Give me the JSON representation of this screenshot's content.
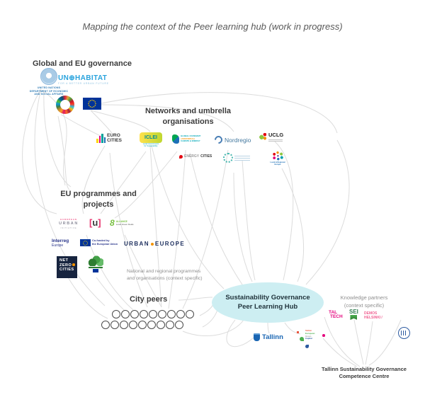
{
  "title": "Mapping the context of the Peer learning hub (work in progress)",
  "groups": {
    "global": {
      "heading": "Global and EU governance"
    },
    "networks": {
      "heading_line1": "Networks and umbrella",
      "heading_line2": "organisations"
    },
    "eu_programmes": {
      "heading_line1": "EU programmes and",
      "heading_line2": "projects"
    },
    "national": {
      "line1": "National and regional programmes",
      "line2": "and organisations (context specific)"
    },
    "city_peers": {
      "heading": "City peers",
      "rows": [
        9,
        9
      ]
    },
    "hub": {
      "line1": "Sustainability Governance",
      "line2": "Peer Learning Hub"
    },
    "knowledge": {
      "line1": "Knowledge partners",
      "line2": "(context specific)"
    },
    "competence_centre": {
      "line1": "Tallinn Sustainability Governance",
      "line2": "Competence Centre"
    }
  },
  "logos": {
    "un_desa": {
      "line1": "UNITED NATIONS",
      "line2": "DEPARTMENT OF ECONOMIC",
      "line3": "AND SOCIAL AFFAIRS"
    },
    "un_habitat": {
      "text": "UN⊕HABITAT",
      "subtext": "FOR A BETTER URBAN FUTURE"
    },
    "eurocities": {
      "line1": "EURO",
      "line2": "CITIES"
    },
    "iclei": {
      "text": "ICLEI",
      "sub1": "Local Governments",
      "sub2": "for Sustainability"
    },
    "gcom": {
      "line1": "GLOBAL COVENANT",
      "line2": "of MAYORS for",
      "line3": "CLIMATE & ENERGY"
    },
    "nordregio": {
      "text": "Nordregio"
    },
    "uclg": {
      "text": "UCLG"
    },
    "energy_cities": {
      "word1": "ENERGY",
      "word2": "CITIES"
    },
    "cemr": {
      "line1": "Local & Regional",
      "line2": "Europe"
    },
    "eui": {
      "line1": "EUROPEAN",
      "line2": "URBAN",
      "line3": "INITIATIVE"
    },
    "urbact": {
      "open": "[",
      "letter": "u",
      "close": "]"
    },
    "local_green_deals": {
      "glyph": "8",
      "line1": "ALLIANCE",
      "line2": "Local Green Deals"
    },
    "interreg": {
      "line1": "Interreg",
      "line2": "Europe"
    },
    "cofunded_eu": {
      "line1": "Co-funded by",
      "line2": "the European Union"
    },
    "urban_europe": {
      "word1": "URBAN",
      "word2": "EUROPE"
    },
    "netzerocities": {
      "line1": "NET",
      "line2": "ZERO",
      "line3": "CITIES"
    },
    "taltech": {
      "line1": "TAL",
      "line2": "TECH"
    },
    "sei": {
      "text": "SEI"
    },
    "demos_helsinki": {
      "line1": "DEMOS",
      "line2": "HELSINKI"
    },
    "tallinn": {
      "text": "Tallinn"
    },
    "tallinn_green_capital": {
      "line1": "Tallinn",
      "line2": "European",
      "line3": "Green",
      "line4": "Capital"
    }
  },
  "colors": {
    "hub_fill": "#cdeef2",
    "connector_line": "#dcdcdc",
    "eu_blue": "#003399",
    "heading_text": "#3b3b3b",
    "muted_text": "#8f8f8f",
    "tallinn_blue": "#1a66b3"
  }
}
